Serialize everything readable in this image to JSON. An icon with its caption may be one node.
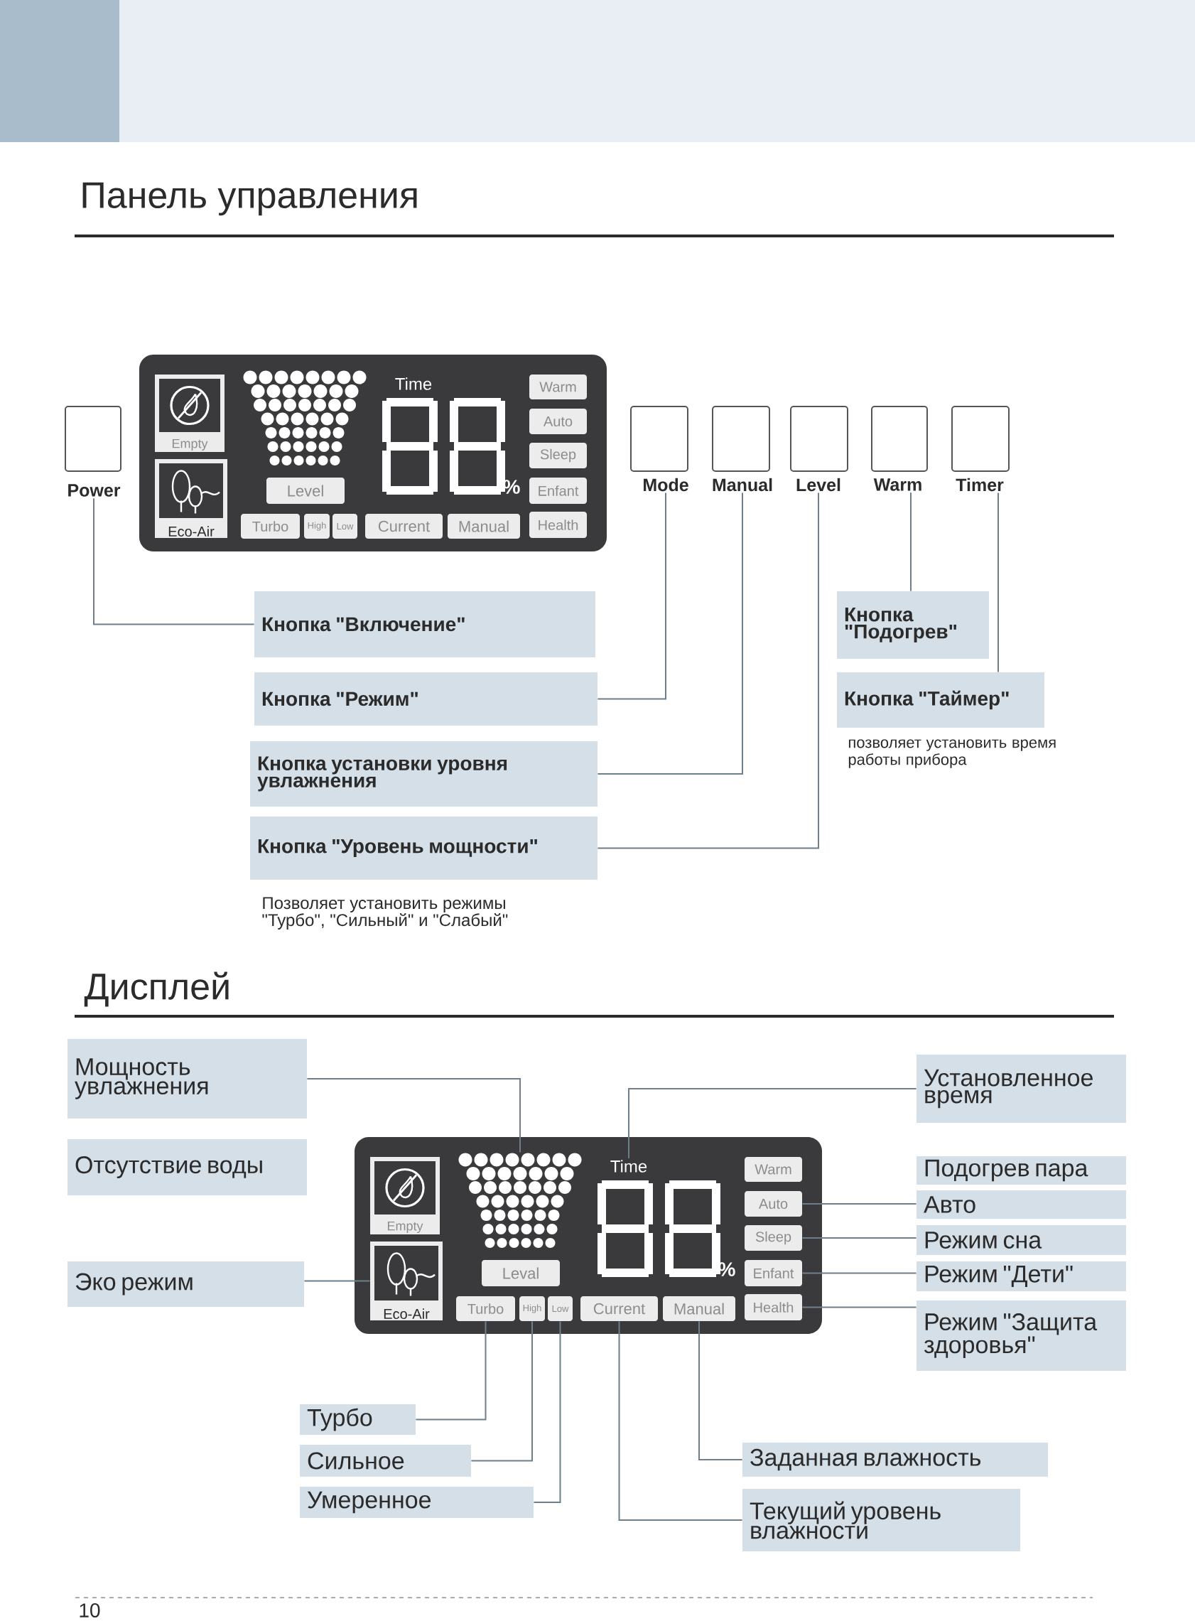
{
  "diagram": {
    "title": "Панель управления",
    "nodes": [
      {
        "text": [
          "Power"
        ]
      },
      {
        "text": [],
        "shape": "box"
      },
      {
        "text": [
          "Empty"
        ],
        "in": 1
      },
      {
        "text": [
          "Eco-Air"
        ],
        "in": 1
      },
      {
        "text": [],
        "shape": "picture",
        "in": 1
      },
      {
        "text": [
          "Level"
        ],
        "in": 1
      },
      {
        "text": [
          "Time"
        ],
        "in": 1
      },
      {
        "text": [
          "Warm"
        ],
        "in": 1
      },
      {
        "text": [
          "Auto"
        ],
        "in": 1
      },
      {
        "text": [
          "Sleep"
        ],
        "in": 1
      },
      {
        "text": [
          "Enfant"
        ],
        "in": 1
      },
      {
        "text": [
          "Health"
        ],
        "in": 1
      },
      {
        "text": [
          "Turbo"
        ],
        "in": 1
      },
      {
        "text": [
          "High"
        ],
        "in": 1
      },
      {
        "text": [
          "Low"
        ],
        "in": 1
      },
      {
        "text": [
          "Current"
        ],
        "in": 1
      },
      {
        "text": [
          "Manual"
        ],
        "in": 1
      },
      {
        "text": [
          "Mode"
        ]
      },
      {
        "text": [
          "Manual"
        ]
      },
      {
        "text": [
          "Level"
        ]
      },
      {
        "text": [
          "Warm"
        ]
      },
      {
        "text": [
          "Timer"
        ]
      },
      {
        "text": [
          "Кнопка \"Включение\""
        ]
      },
      {
        "text": [
          "Кнопка \"Режим\""
        ]
      },
      {
        "text": [
          "Кнопка установки уровня увлажнения"
        ]
      },
      {
        "text": [
          "Кнопка \"Уровень мощности\""
        ],
        "beside": [
          "Позволяет установить режимы \"Турбо\", \"Сильный\" и \"Слабый\""
        ]
      },
      {
        "text": [
          "Кнопка \"Подогрев\""
        ]
      },
      {
        "text": [
          "Кнопка \"Таймер\""
        ],
        "beside": [
          "позволяет установить время работы прибора"
        ]
      },
      {
        "text": [
          "Мощность увлажнения"
        ]
      },
      {
        "text": [
          "Отсутствие воды"
        ]
      },
      {
        "text": [
          "Эко режим"
        ]
      },
      {
        "text": [],
        "shape": "box"
      },
      {
        "text": [
          "Empty"
        ],
        "in": 31
      },
      {
        "text": [
          "Eco-Air"
        ],
        "in": 31
      },
      {
        "text": [],
        "shape": "picture",
        "in": 31
      },
      {
        "text": [
          "Leval"
        ],
        "in": 31
      },
      {
        "text": [
          "Time"
        ],
        "in": 31
      },
      {
        "text": [
          "Warm"
        ],
        "in": 31
      },
      {
        "text": [
          "Auto"
        ],
        "in": 31
      },
      {
        "text": [
          "Sleep"
        ],
        "in": 31
      },
      {
        "text": [
          "Enfant"
        ],
        "in": 31
      },
      {
        "text": [
          "Health"
        ],
        "in": 31
      },
      {
        "text": [
          "Turbo"
        ],
        "in": 31
      },
      {
        "text": [
          "High"
        ],
        "in": 31
      },
      {
        "text": [
          "Low"
        ],
        "in": 31
      },
      {
        "text": [
          "Current"
        ],
        "in": 31
      },
      {
        "text": [
          "Manual"
        ],
        "in": 31
      },
      {
        "text": [
          "Установленное время"
        ]
      },
      {
        "text": [
          "Подогрев пара"
        ]
      },
      {
        "text": [
          "Авто"
        ]
      },
      {
        "text": [
          "Режим сна"
        ]
      },
      {
        "text": [
          "Режим \"Дети\""
        ]
      },
      {
        "text": [
          "Режим \"Защита здоровья\""
        ]
      },
      {
        "text": [
          "Турбо"
        ]
      },
      {
        "text": [
          "Сильное"
        ]
      },
      {
        "text": [
          "Умеренное"
        ]
      },
      {
        "text": [
          "Заданная влажность"
        ]
      },
      {
        "text": [
          "Текущий уровень влажности"
        ]
      }
    ],
    "edges": [
      {
        "from": 22,
        "to": 0,
        "arrow": "none"
      },
      {
        "from": 23,
        "to": 17,
        "arrow": "none"
      },
      {
        "from": 24,
        "to": 18,
        "arrow": "none"
      },
      {
        "from": 25,
        "to": 19,
        "arrow": "none"
      },
      {
        "from": 26,
        "to": 20,
        "arrow": "none"
      },
      {
        "from": 27,
        "to": 21,
        "arrow": "none"
      },
      {
        "from": 28,
        "to": 34,
        "arrow": "none"
      },
      {
        "from": 30,
        "to": 33,
        "arrow": "none"
      },
      {
        "from": 47,
        "to": 36,
        "arrow": "none"
      },
      {
        "from": 49,
        "to": 38,
        "arrow": "none"
      },
      {
        "from": 50,
        "to": 39,
        "arrow": "none"
      },
      {
        "from": 51,
        "to": 40,
        "arrow": "none"
      },
      {
        "from": 52,
        "to": 41,
        "arrow": "none"
      },
      {
        "from": 53,
        "to": 42,
        "arrow": "none"
      },
      {
        "from": 54,
        "to": 43,
        "arrow": "none"
      },
      {
        "from": 55,
        "to": 44,
        "arrow": "none"
      },
      {
        "from": 56,
        "to": 46,
        "arrow": "none"
      },
      {
        "from": 57,
        "to": 45,
        "arrow": "none"
      }
    ],
    "labels": [
      "%",
      "Дисплей",
      "%",
      "10"
    ]
  }
}
